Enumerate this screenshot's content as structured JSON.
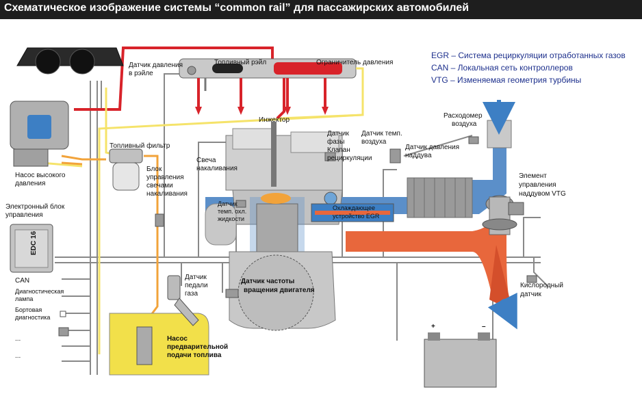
{
  "title": "Схематическое изображение системы “common rail” для пассажирских автомобилей",
  "legend": [
    "EGR – Система рециркуляции отработанных газов",
    "CAN – Локальная сеть контроллеров",
    "VTG – Изменяемая геометрия турбины"
  ],
  "labels": {
    "rail_pressure_sensor_1": "Датчик давления",
    "rail_pressure_sensor_2": "в рэйле",
    "fuel_rail": "Топливный рэйл",
    "pressure_limiter": "Ограничитель давления",
    "hp_pump_1": "Насос высокого",
    "hp_pump_2": "давления",
    "fuel_filter": "Топливный фильтр",
    "glow_ctrl_1": "Блок",
    "glow_ctrl_2": "управления",
    "glow_ctrl_3": "свечами",
    "glow_ctrl_4": "накаливания",
    "glow_plug_1": "Свеча",
    "glow_plug_2": "накаливания",
    "injector": "Инжектор",
    "phase_sensor_1": "Датчик",
    "phase_sensor_2": "фазы",
    "air_temp_sensor_1": "Датчик темп.",
    "air_temp_sensor_2": "воздуха",
    "egr_valve_1": "Клапан",
    "egr_valve_2": "рециркуляции",
    "boost_sensor_1": "Датчик давления",
    "boost_sensor_2": "наддува",
    "air_flow_meter_1": "Расходомер",
    "air_flow_meter_2": "воздуха",
    "vtg_element_1": "Элемент",
    "vtg_element_2": "управления",
    "vtg_element_3": "наддувом VTG",
    "coolant_temp_1": "Датчик",
    "coolant_temp_2": "темп. охл.",
    "coolant_temp_3": "жидкости",
    "egr_cooler_1": "Охлаждающее",
    "egr_cooler_2": "устройство EGR",
    "ecu_1": "Электронный блок",
    "ecu_2": "управления",
    "ecu_code": "EDC 16",
    "can": "CAN",
    "diag_lamp_1": "Диагностическая",
    "diag_lamp_2": "лампа",
    "onboard_diag_1": "Бортовая",
    "onboard_diag_2": "диагностика",
    "dots_1": "...",
    "dots_2": "...",
    "pedal_sensor_1": "Датчик",
    "pedal_sensor_2": "педали",
    "pedal_sensor_3": "газа",
    "speed_sensor_1": "Датчик частоты",
    "speed_sensor_2": "вращения двигателя",
    "oxygen_sensor_1": "Кислородный",
    "oxygen_sensor_2": "датчик",
    "lp_pump_1": "Насос",
    "lp_pump_2": "предварительной",
    "lp_pump_3": "подачи топлива",
    "battery_plus": "+",
    "battery_minus": "–"
  },
  "colors": {
    "high_pressure": "#d8232a",
    "low_pressure": "#f2a33a",
    "return_fuel": "#f5e36a",
    "intake_air": "#5b8fc9",
    "exhaust": "#e8673c",
    "wiring": "#777777",
    "engine_gray": "#c8c8c8",
    "legend_text": "#1c2f8c"
  }
}
